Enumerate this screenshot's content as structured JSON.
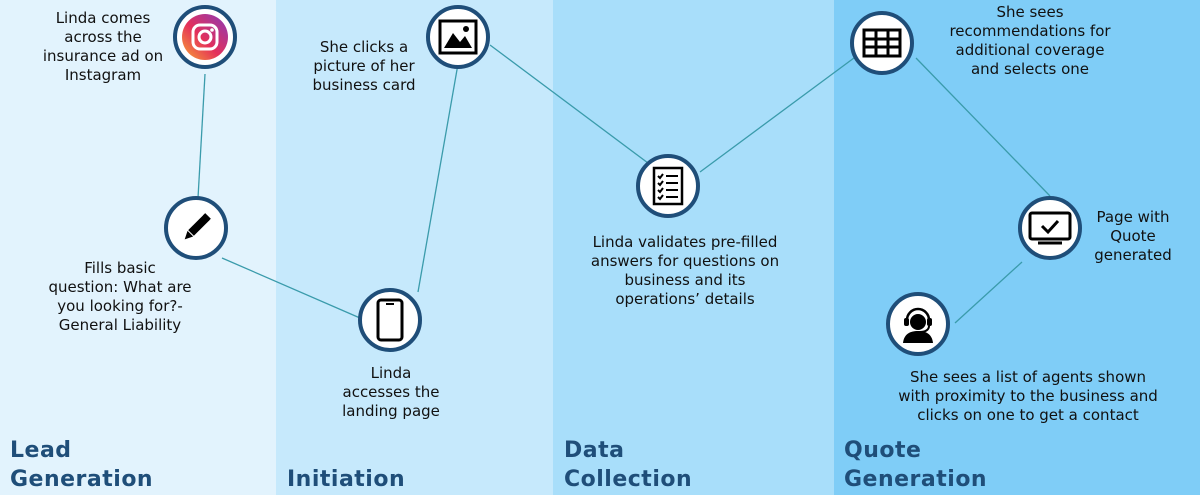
{
  "stages": [
    {
      "line1": "Lead",
      "line2": "Generation"
    },
    {
      "line1": "Initiation"
    },
    {
      "line1": "Data",
      "line2": "Collection"
    },
    {
      "line1": "Quote",
      "line2": "Generation"
    }
  ],
  "steps": {
    "instagram": [
      "Linda comes",
      "across the",
      "insurance ad on",
      "Instagram"
    ],
    "fills": [
      "Fills basic",
      "question: What are",
      "you looking for?-",
      "General Liability"
    ],
    "landing": [
      "Linda",
      "accesses the",
      "landing page"
    ],
    "picture": [
      "She clicks a",
      "picture of her",
      "business card"
    ],
    "validate": [
      "Linda validates pre-filled",
      "answers for questions on",
      "business and its",
      "operations’ details"
    ],
    "recommend": [
      "She sees",
      "recommendations for",
      "additional coverage",
      "and selects one"
    ],
    "quote": [
      "Page with",
      "Quote",
      "generated"
    ],
    "agents": [
      "She sees a list of agents shown",
      "with proximity to the business and",
      "clicks on one to get a contact"
    ]
  },
  "icons": {
    "instagram": "instagram-icon",
    "fills": "pencil-icon",
    "landing": "smartphone-icon",
    "picture": "image-icon",
    "validate": "checklist-icon",
    "recommend": "table-grid-icon",
    "quote": "monitor-check-icon",
    "agents": "support-agent-icon"
  },
  "colors": {
    "accent": "#1f4e79",
    "connector": "#3a9bab",
    "band1": "#e2f3fd",
    "band2": "#c6e9fc",
    "band3": "#a8defa",
    "band4": "#7fcdf7"
  }
}
